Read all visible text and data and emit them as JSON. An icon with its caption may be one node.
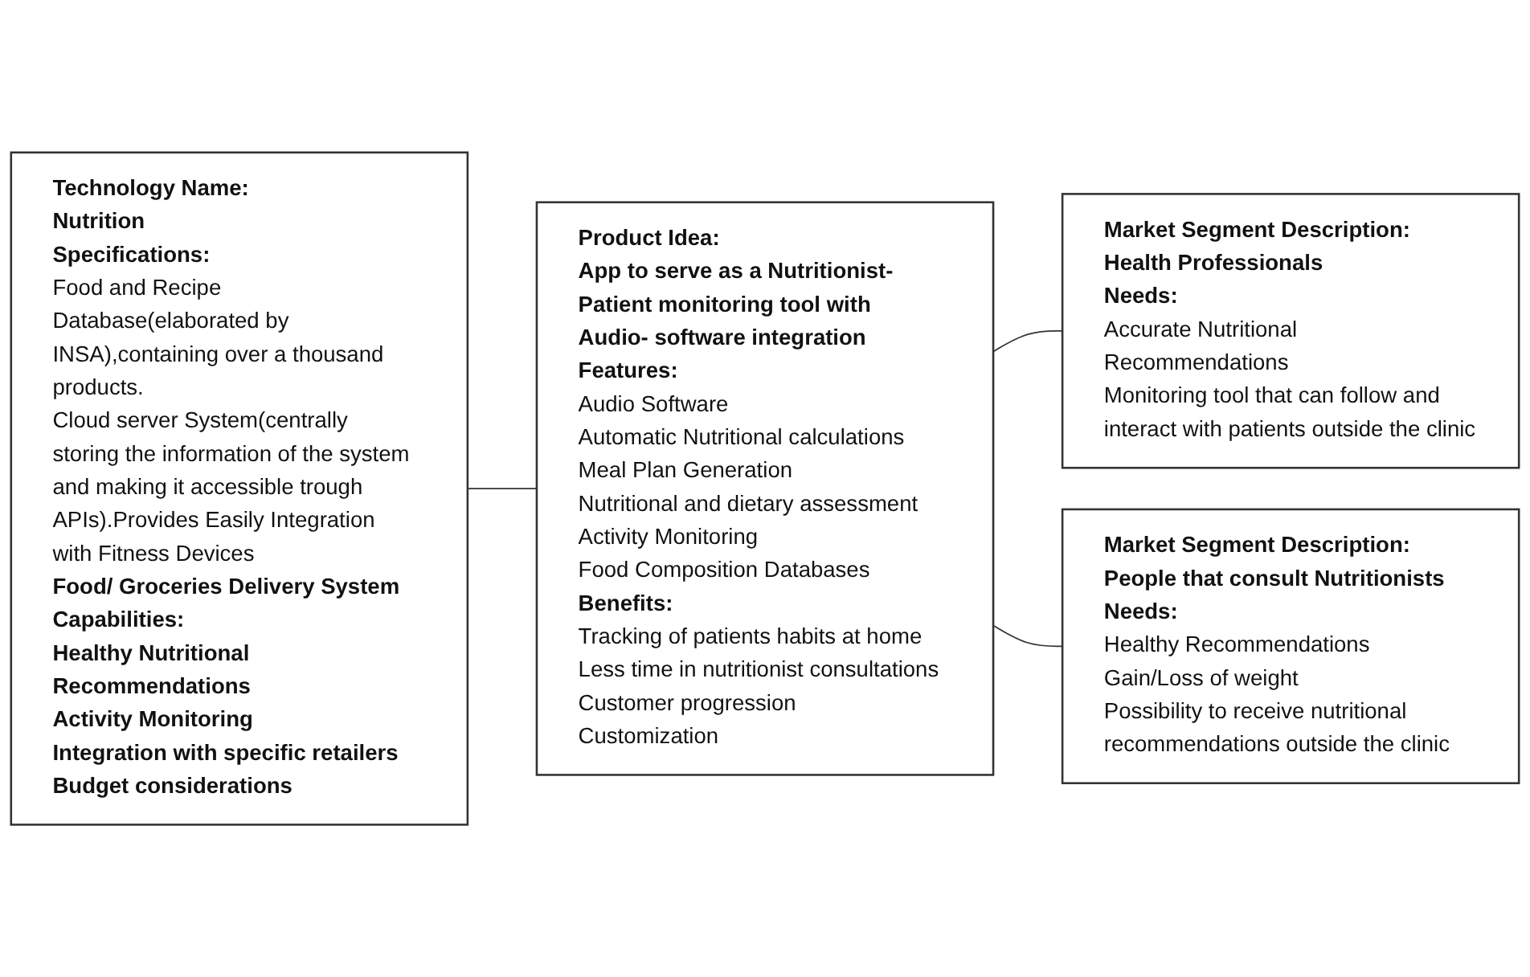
{
  "diagram": {
    "nodes": [
      {
        "text": [
          "Technology Name:",
          "Nutrition",
          "Specifications:",
          "Food and Recipe Database(elaborated by INSA),containing over a thousand products.",
          "Cloud server System(centrally storing the information of the system and making it accessible trough APIs).Provides Easily Integration with Fitness Devices",
          "Food/ Groceries Delivery System",
          "Capabilities:",
          "Healthy Nutritional Recommendations",
          "Activity Monitoring",
          "Integration with specific retailers",
          "Budget considerations"
        ]
      },
      {
        "text": [
          "Product Idea:",
          "App to serve as a Nutritionist-Patient monitoring tool with Audio- software integration",
          "Features:",
          "Audio Software",
          "Automatic Nutritional calculations",
          "Meal Plan Generation",
          "Nutritional and dietary assessment",
          "Activity Monitoring",
          "Food Composition Databases",
          "Benefits:",
          "Tracking of patients habits at home",
          "Less time in nutritionist consultations",
          "Customer progression",
          "Customization"
        ]
      },
      {
        "text": [
          "Market Segment Description:",
          "Health Professionals",
          "Needs:",
          "Accurate Nutritional Recommendations",
          "Monitoring tool that can follow and interact with patients outside the clinic"
        ]
      },
      {
        "text": [
          "Market Segment Description:",
          "People that consult Nutritionists",
          "Needs:",
          "Healthy Recommendations",
          "Gain/Loss of weight",
          "Possibility to receive nutritional recommendations outside the clinic"
        ]
      }
    ],
    "edges": [
      {
        "from": 0,
        "to": 1,
        "arrow": "none"
      },
      {
        "from": 1,
        "to": 2,
        "arrow": "none"
      },
      {
        "from": 1,
        "to": 3,
        "arrow": "none"
      }
    ]
  }
}
